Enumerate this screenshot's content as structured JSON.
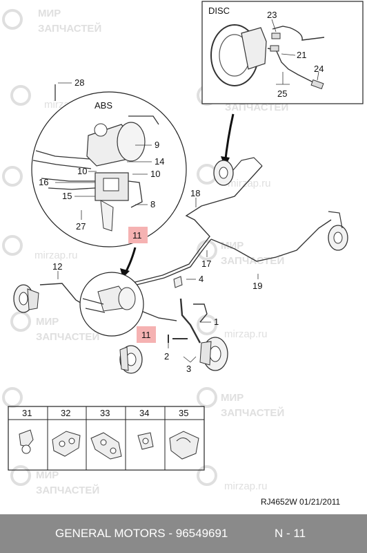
{
  "watermark": {
    "line1": "МИР",
    "line2": "ЗАПЧАСТЕЙ",
    "site": "mirzap.ru"
  },
  "inset_disc": {
    "title": "DISC",
    "callouts": [
      "23",
      "21",
      "24",
      "25"
    ]
  },
  "inset_abs": {
    "title": "ABS",
    "callouts": [
      "28",
      "9",
      "14",
      "10",
      "10",
      "16",
      "15",
      "8",
      "27",
      "11"
    ]
  },
  "main_callouts": [
    "18",
    "17",
    "19",
    "12",
    "4",
    "1",
    "11",
    "2",
    "3"
  ],
  "parts_table": [
    {
      "number": "31",
      "icon": "clip-31-icon"
    },
    {
      "number": "32",
      "icon": "clip-32-icon"
    },
    {
      "number": "33",
      "icon": "clip-33-icon"
    },
    {
      "number": "34",
      "icon": "clip-34-icon"
    },
    {
      "number": "35",
      "icon": "clip-35-icon"
    }
  ],
  "reference": {
    "code": "RJ4652W",
    "date": "01/21/2011"
  },
  "footer": {
    "catalog": "GENERAL MOTORS - 96549691",
    "page": "N - 11"
  },
  "colors": {
    "highlight": "#f5b2b2",
    "footer_bg": "#8a8a8a",
    "watermark": "#dcdcdc"
  }
}
